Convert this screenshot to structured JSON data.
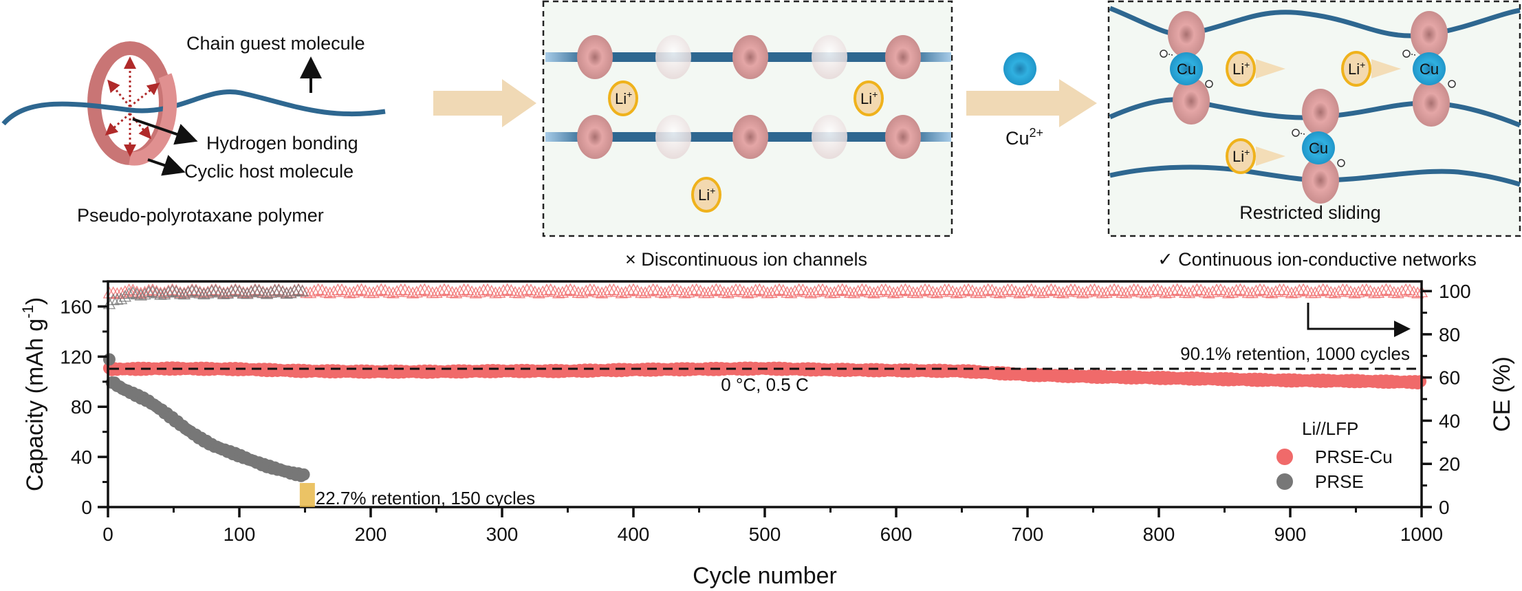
{
  "diagram": {
    "left_panel": {
      "chain_label": "Chain guest molecule",
      "hbond_label": "Hydrogen bonding",
      "host_label": "Cyclic host molecule",
      "caption": "Pseudo-polyrotaxane polymer"
    },
    "middle_panel": {
      "caption": "× Discontinuous ion channels",
      "ion": "Li",
      "ion_charge": "+"
    },
    "reagent": {
      "symbol": "Cu",
      "charge": "2+"
    },
    "right_panel": {
      "caption": "✓ Continuous ion-conductive networks",
      "sliding_label": "Restricted sliding",
      "ion": "Li",
      "ion_charge": "+",
      "metal": "Cu"
    }
  },
  "chart_data": {
    "type": "scatter",
    "title": "",
    "xlabel": "Cycle number",
    "ylabel_left": "Capacity (mAh g",
    "ylabel_left_sup": "-1",
    "ylabel_left_end": ")",
    "ylabel_right": "CE (%)",
    "xlim": [
      0,
      1000
    ],
    "ylim_left": [
      0,
      180
    ],
    "ylim_right": [
      0,
      104.5
    ],
    "xticks": [
      "0",
      "100",
      "200",
      "300",
      "400",
      "500",
      "600",
      "700",
      "800",
      "900",
      "1000"
    ],
    "yticks_left": [
      "0",
      "40",
      "80",
      "120",
      "160"
    ],
    "yticks_right": [
      "0",
      "20",
      "40",
      "60",
      "80",
      "100"
    ],
    "grid": false,
    "legend": {
      "title": "Li//LFP",
      "placement": "bottom-right",
      "entries": [
        "PRSE-Cu",
        "PRSE"
      ]
    },
    "colors": {
      "PRSE-Cu": "#f06a6a",
      "PRSE": "#777777",
      "highlight": "#e8b84a"
    },
    "annotations": {
      "retention_cu": "90.1% retention, 1000 cycles",
      "condition": "0 °C, 0.5 C",
      "retention_prse": "22.7% retention, 150 cycles"
    },
    "reference_line_capacity": 110.3,
    "series": [
      {
        "name": "PRSE-Cu",
        "axis": "capacity",
        "x": [
          1,
          50,
          100,
          150,
          200,
          250,
          300,
          350,
          400,
          450,
          500,
          550,
          600,
          650,
          700,
          750,
          800,
          850,
          900,
          950,
          1000
        ],
        "y": [
          110,
          110.5,
          110,
          108.5,
          108,
          108,
          108.5,
          108.5,
          109.5,
          110,
          110.5,
          109.5,
          109,
          108.5,
          105.5,
          104,
          103,
          102,
          101,
          100.5,
          99.5
        ]
      },
      {
        "name": "PRSE",
        "axis": "capacity",
        "x": [
          1,
          3,
          10,
          20,
          30,
          40,
          50,
          60,
          70,
          80,
          90,
          100,
          110,
          120,
          130,
          140,
          150
        ],
        "y": [
          117,
          100,
          95,
          90,
          85,
          78,
          70,
          62,
          55,
          49,
          45,
          41,
          37,
          33,
          30,
          27,
          25
        ]
      },
      {
        "name": "PRSE-Cu CE",
        "axis": "ce",
        "x": [
          1,
          10,
          100,
          500,
          1000
        ],
        "y": [
          98,
          99.5,
          99.6,
          99.6,
          99.6
        ]
      },
      {
        "name": "PRSE CE",
        "axis": "ce",
        "x": [
          1,
          5,
          20,
          50,
          100,
          150
        ],
        "y": [
          93,
          96,
          98.5,
          99,
          99.2,
          99.4
        ]
      }
    ]
  }
}
